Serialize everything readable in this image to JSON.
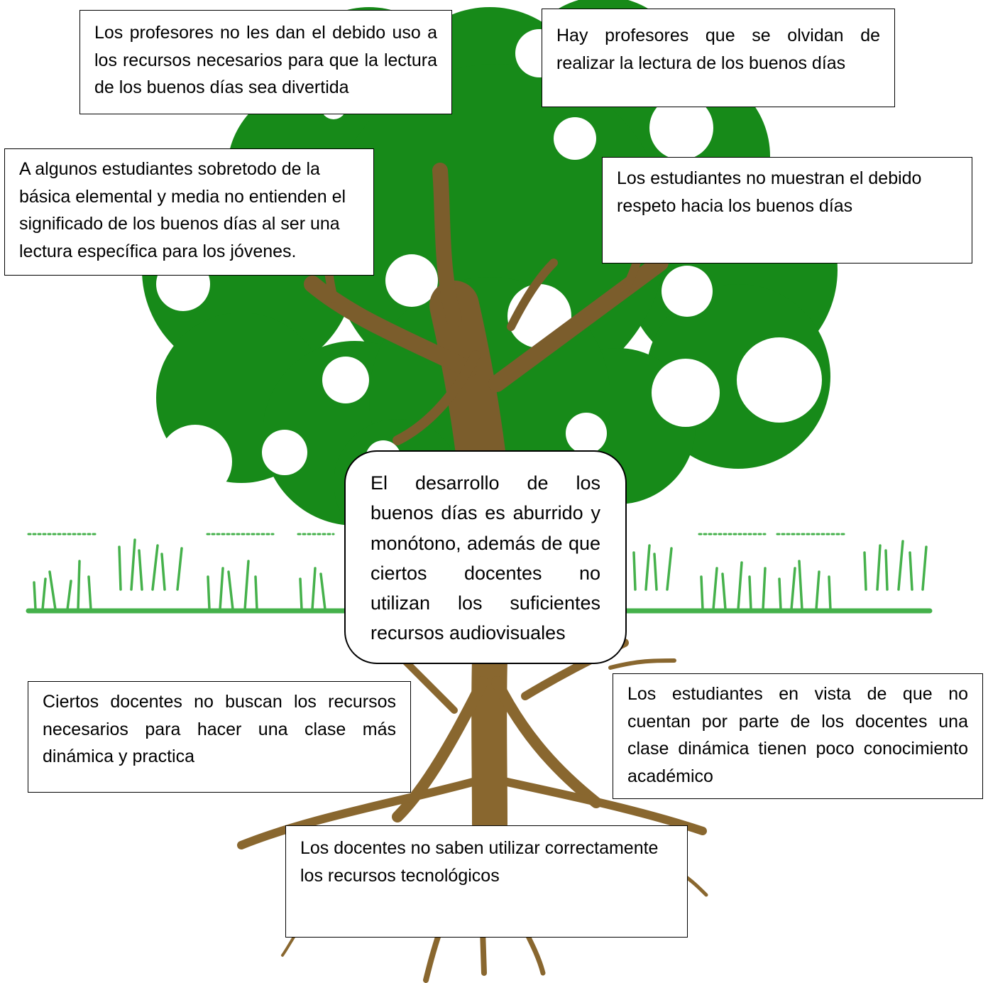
{
  "diagram": {
    "colors": {
      "canopy": "#178a19",
      "trunk": "#7b5d2c",
      "roots": "#89672f",
      "grass": "#45b14b",
      "box_border": "#000000",
      "background": "#ffffff"
    },
    "effects": [
      {
        "id": "effect-1",
        "text": "Los profesores no les dan el debido uso a los recursos necesarios para que la lectura de los buenos días sea divertida"
      },
      {
        "id": "effect-2",
        "text": "Hay profesores que se olvidan de realizar la lectura de los buenos días"
      },
      {
        "id": "effect-3",
        "text": "A algunos estudiantes sobretodo de la básica elemental y media no entienden el significado de los buenos días al ser una lectura específica para los jóvenes."
      },
      {
        "id": "effect-4",
        "text": "Los estudiantes no muestran el debido respeto hacia los buenos días"
      }
    ],
    "central_problem": {
      "text": "El desarrollo de los buenos días es aburrido y monótono, además de que ciertos docentes no utilizan los suficientes recursos audiovisuales"
    },
    "causes": [
      {
        "id": "cause-1",
        "text": "Ciertos docentes no buscan los recursos necesarios para hacer una clase más dinámica y practica"
      },
      {
        "id": "cause-2",
        "text": "Los estudiantes en vista de que no cuentan por parte de los docentes una clase dinámica tienen poco conocimiento académico"
      },
      {
        "id": "cause-3",
        "text": "Los docentes no saben utilizar correctamente los recursos tecnológicos"
      }
    ]
  }
}
